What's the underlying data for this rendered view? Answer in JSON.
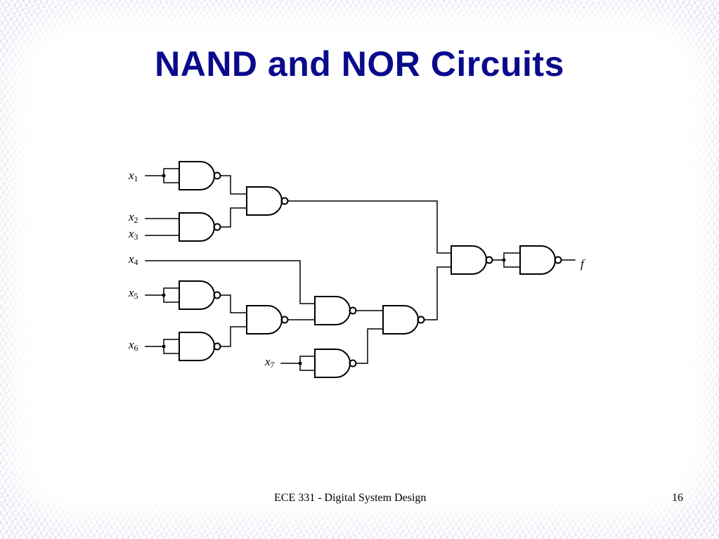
{
  "slide": {
    "title": "NAND and NOR Circuits",
    "footer_course": "ECE 331 - Digital System Design",
    "page_number": "16"
  },
  "inputs": [
    {
      "var": "x",
      "sub": "1"
    },
    {
      "var": "x",
      "sub": "2"
    },
    {
      "var": "x",
      "sub": "3"
    },
    {
      "var": "x",
      "sub": "4"
    },
    {
      "var": "x",
      "sub": "5"
    },
    {
      "var": "x",
      "sub": "6"
    },
    {
      "var": "x",
      "sub": "7"
    }
  ],
  "output": {
    "var": "f"
  },
  "colors": {
    "title": "#0a0a8c",
    "mesh_pink": "#e28cb4",
    "mesh_blue": "#8fb8e0",
    "mesh_lavender": "#c9a8de"
  }
}
